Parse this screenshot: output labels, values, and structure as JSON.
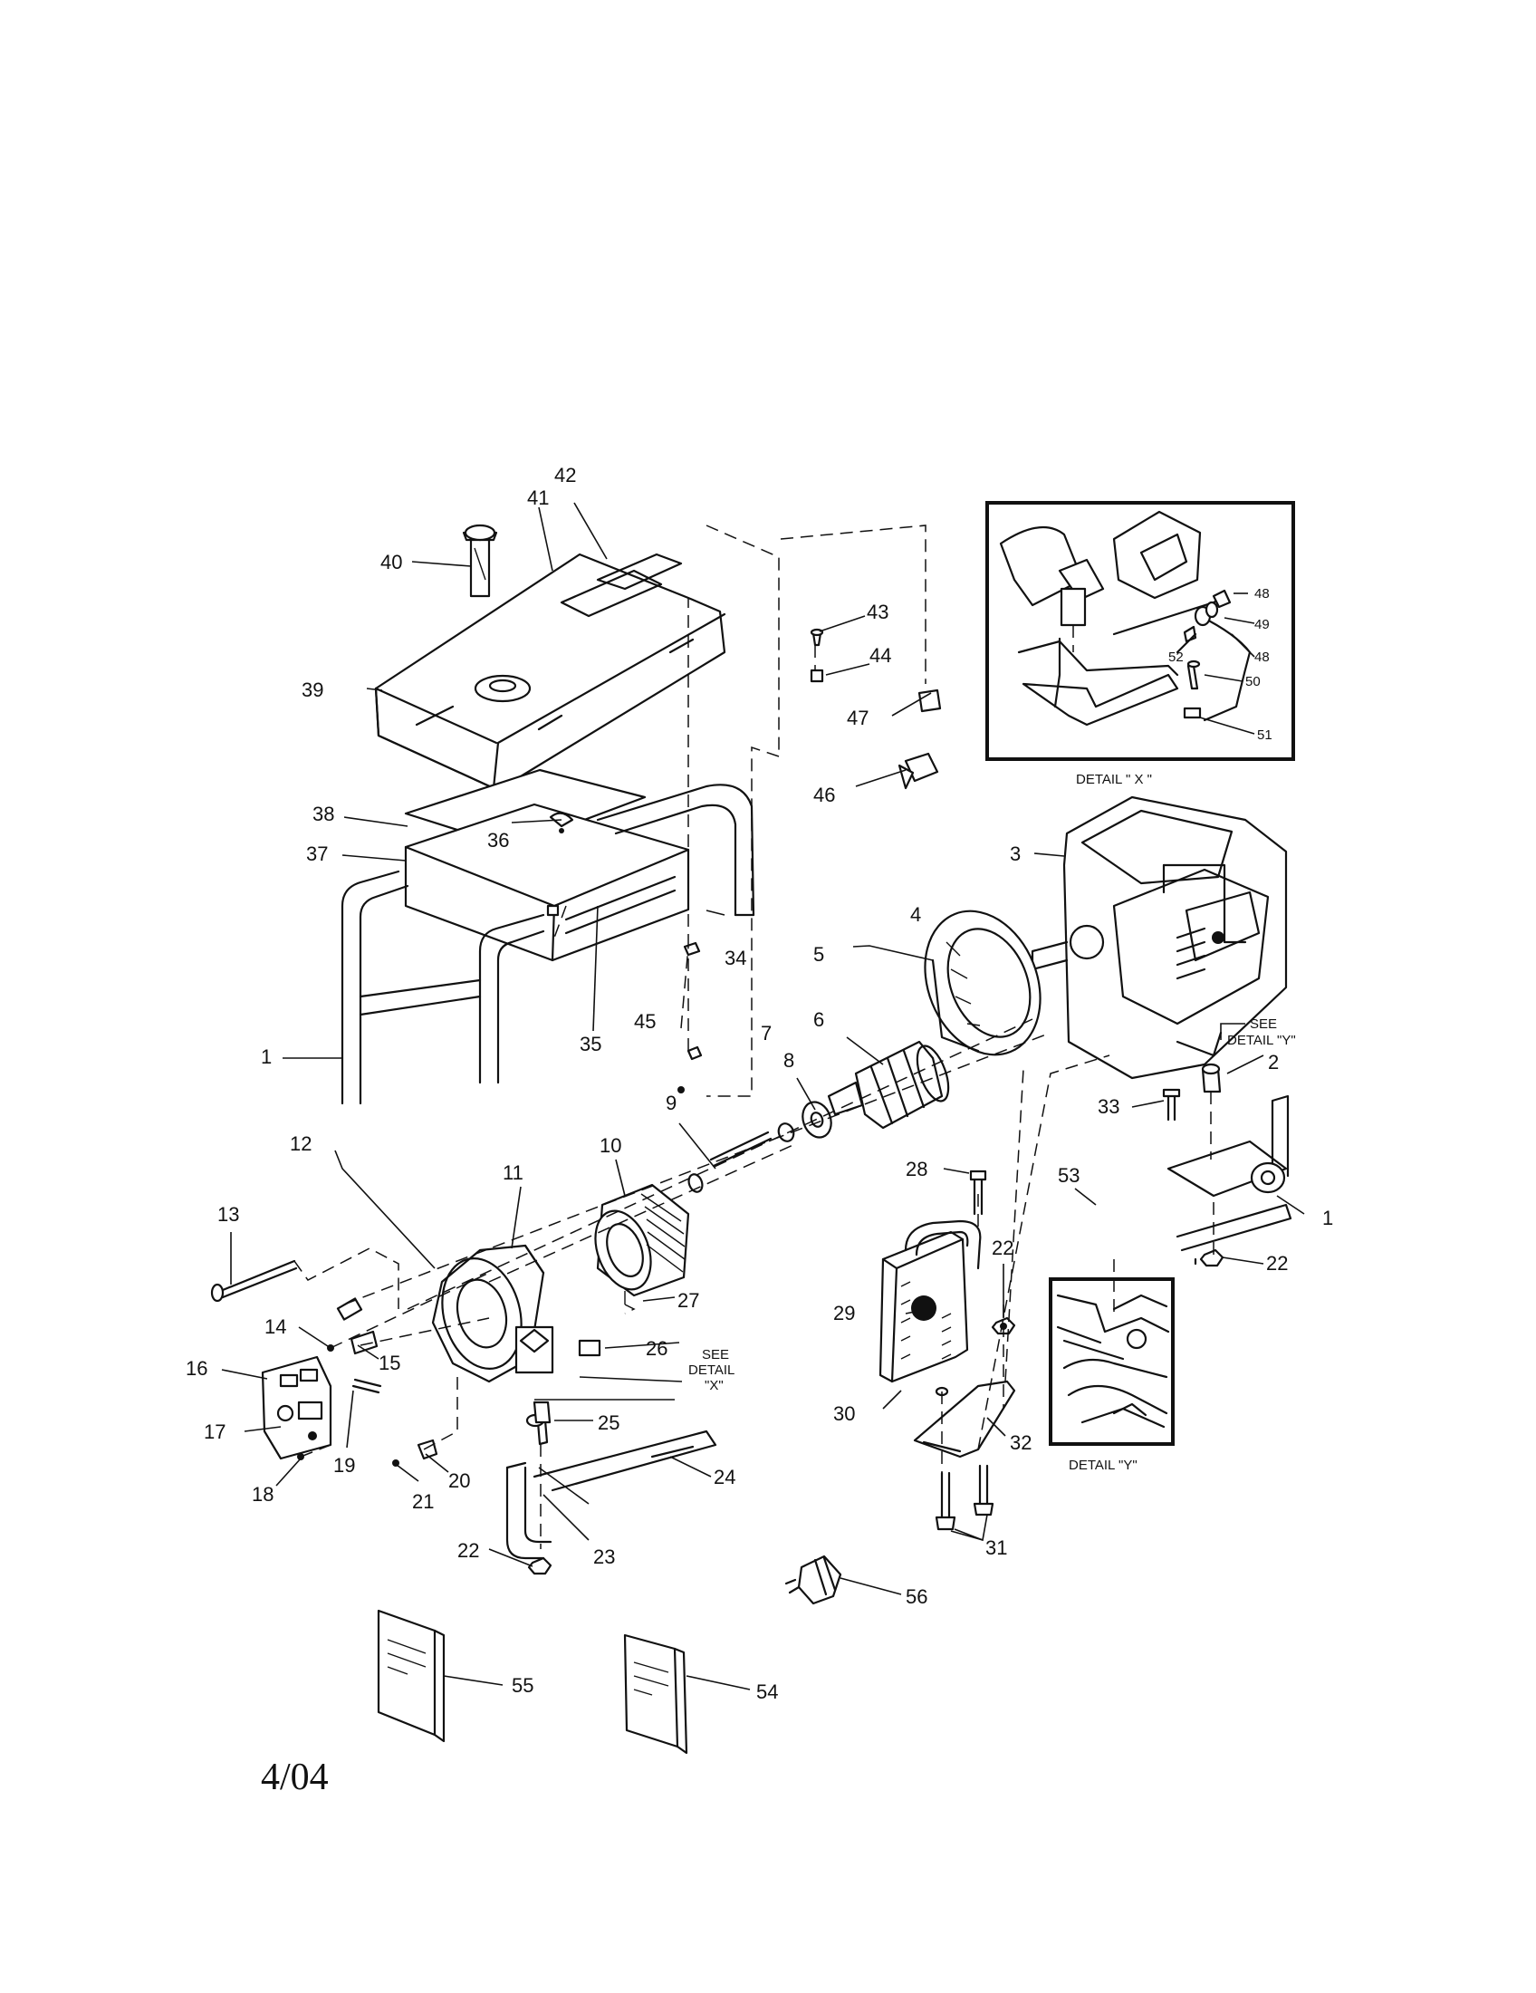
{
  "labels": {
    "l40": "40",
    "l41": "41",
    "l42": "42",
    "l39": "39",
    "l38": "38",
    "l37": "37",
    "l36": "36",
    "l1a": "1",
    "l35": "35",
    "l45": "45",
    "l34": "34",
    "l43": "43",
    "l44": "44",
    "l47": "47",
    "l46": "46",
    "l3": "3",
    "l4": "4",
    "l5": "5",
    "l6": "6",
    "l7": "7",
    "l8": "8",
    "l9": "9",
    "l10": "10",
    "l11": "11",
    "l12": "12",
    "l13": "13",
    "l14": "14",
    "l15": "15",
    "l16": "16",
    "l17": "17",
    "l18": "18",
    "l19": "19",
    "l20": "20",
    "l21": "21",
    "l22a": "22",
    "l22b": "22",
    "l22c": "22",
    "l23": "23",
    "l24": "24",
    "l25": "25",
    "l26": "26",
    "l27": "27",
    "l28": "28",
    "l29": "29",
    "l30": "30",
    "l31": "31",
    "l32": "32",
    "l33": "33",
    "l2": "2",
    "l1b": "1",
    "l53": "53",
    "l54": "54",
    "l55": "55",
    "l56": "56",
    "l48a": "48",
    "l48b": "48",
    "l49": "49",
    "l50": "50",
    "l51": "51",
    "l52": "52"
  },
  "callouts": {
    "see_detail_y": [
      "SEE",
      "DETAIL \"Y\""
    ],
    "see_detail_x": [
      "SEE",
      "DETAIL",
      "\"X\""
    ]
  },
  "detail_titles": {
    "x": "DETAIL  \"  X  \"",
    "y": "DETAIL  \"Y\""
  },
  "date": "4/04"
}
